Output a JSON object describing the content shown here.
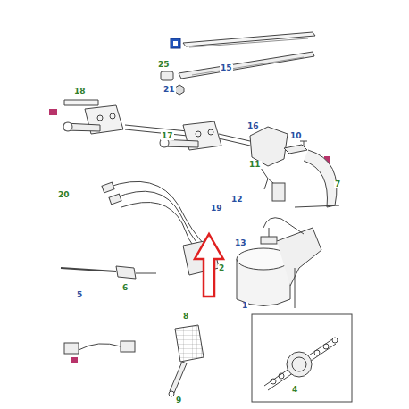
{
  "diagram": {
    "labels": [
      "25",
      "15",
      "21",
      "18",
      "17",
      "16",
      "10",
      "11",
      "20",
      "19",
      "12",
      "7",
      "13",
      "2",
      "5",
      "6",
      "1",
      "8",
      "9",
      "4"
    ]
  }
}
